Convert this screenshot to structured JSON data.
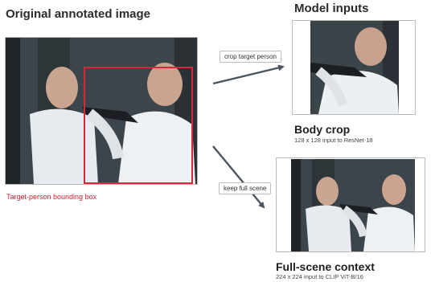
{
  "original": {
    "heading": "Original annotated image",
    "bbox_caption": "Target-person bounding box",
    "bbox_color": "#d9263a"
  },
  "model_inputs": {
    "heading": "Model inputs",
    "crop": {
      "arrow_label": "crop target person",
      "title": "Body crop",
      "note": "128 x 128 input to ResNet-18"
    },
    "full": {
      "arrow_label": "keep full scene",
      "title": "Full-scene context",
      "note": "224 x 224 input to CLIP ViT-B/16"
    }
  },
  "colors": {
    "arrow": "#4a5560",
    "frame_border": "#b8b8b8",
    "background_wall": "#3a4146"
  }
}
